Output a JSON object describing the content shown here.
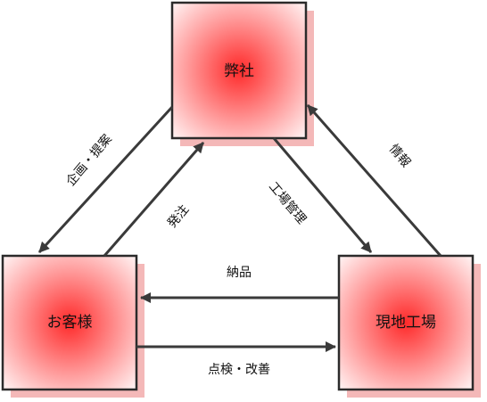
{
  "nodes": {
    "company": {
      "label": "弊社"
    },
    "customer": {
      "label": "お客様"
    },
    "factory": {
      "label": "現地工場"
    }
  },
  "edges": {
    "planning_proposal": {
      "label": "企画・提案"
    },
    "order": {
      "label": "発注"
    },
    "factory_management": {
      "label": "工場管理"
    },
    "information": {
      "label": "情報"
    },
    "delivery": {
      "label": "納品"
    },
    "inspection_improvement": {
      "label": "点検・改善"
    }
  },
  "colors": {
    "box_center": "#ff2a2a",
    "box_edge": "#fff2f2",
    "box_border": "#2b2b2b",
    "shadow": "#f4b8b8",
    "arrow": "#3a3a3a"
  }
}
